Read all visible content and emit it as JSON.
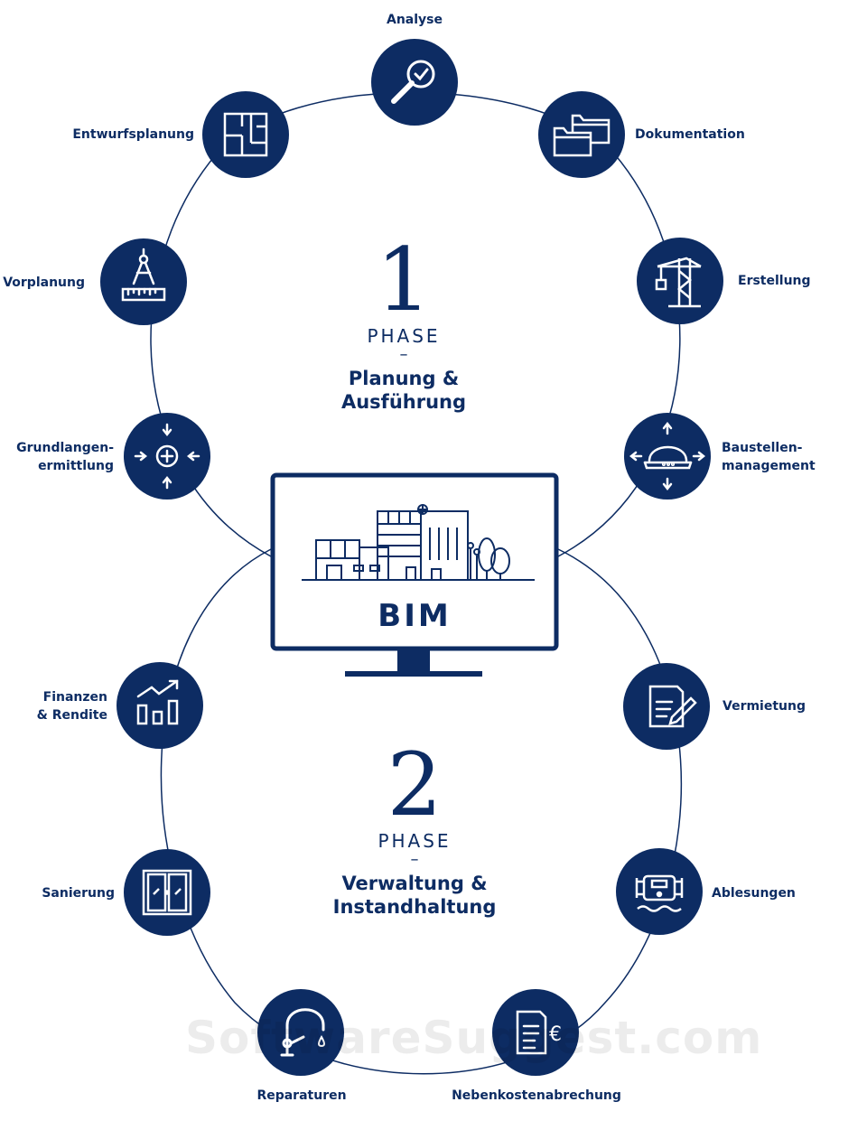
{
  "diagram": {
    "center_label": "BIM",
    "phase1": {
      "number": "1",
      "word": "PHASE",
      "dash": "–",
      "title": "Planung &\nAusführung"
    },
    "phase2": {
      "number": "2",
      "word": "PHASE",
      "dash": "–",
      "title": "Verwaltung &\nInstandhaltung"
    },
    "nodes": [
      {
        "key": "analyse",
        "label": "Analyse",
        "icon": "magnifier-check-icon"
      },
      {
        "key": "dokumentation",
        "label": "Dokumentation",
        "icon": "folders-icon"
      },
      {
        "key": "erstellung",
        "label": "Erstellung",
        "icon": "crane-icon"
      },
      {
        "key": "baustellenmanagement",
        "label": "Baustellen-\nmanagement",
        "icon": "hardhat-arrows-icon"
      },
      {
        "key": "vermietung",
        "label": "Vermietung",
        "icon": "contract-pen-icon"
      },
      {
        "key": "ablesungen",
        "label": "Ablesungen",
        "icon": "water-meter-icon"
      },
      {
        "key": "nebenkostenabrechung",
        "label": "Nebenkostenabrechung",
        "icon": "euro-document-icon"
      },
      {
        "key": "reparaturen",
        "label": "Reparaturen",
        "icon": "faucet-icon"
      },
      {
        "key": "sanierung",
        "label": "Sanierung",
        "icon": "window-icon"
      },
      {
        "key": "finanzen",
        "label": "Finanzen\n& Rendite",
        "icon": "growth-chart-icon"
      },
      {
        "key": "grundlagen",
        "label": "Grundlangen-\nermittlung",
        "icon": "crosshair-arrows-icon"
      },
      {
        "key": "vorplanung",
        "label": "Vorplanung",
        "icon": "compass-ruler-icon"
      },
      {
        "key": "entwurfsplanung",
        "label": "Entwurfsplanung",
        "icon": "floorplan-icon"
      }
    ]
  },
  "watermark": "SoftwareSuggest.com",
  "colors": {
    "primary": "#0d2c63",
    "background": "#ffffff"
  }
}
